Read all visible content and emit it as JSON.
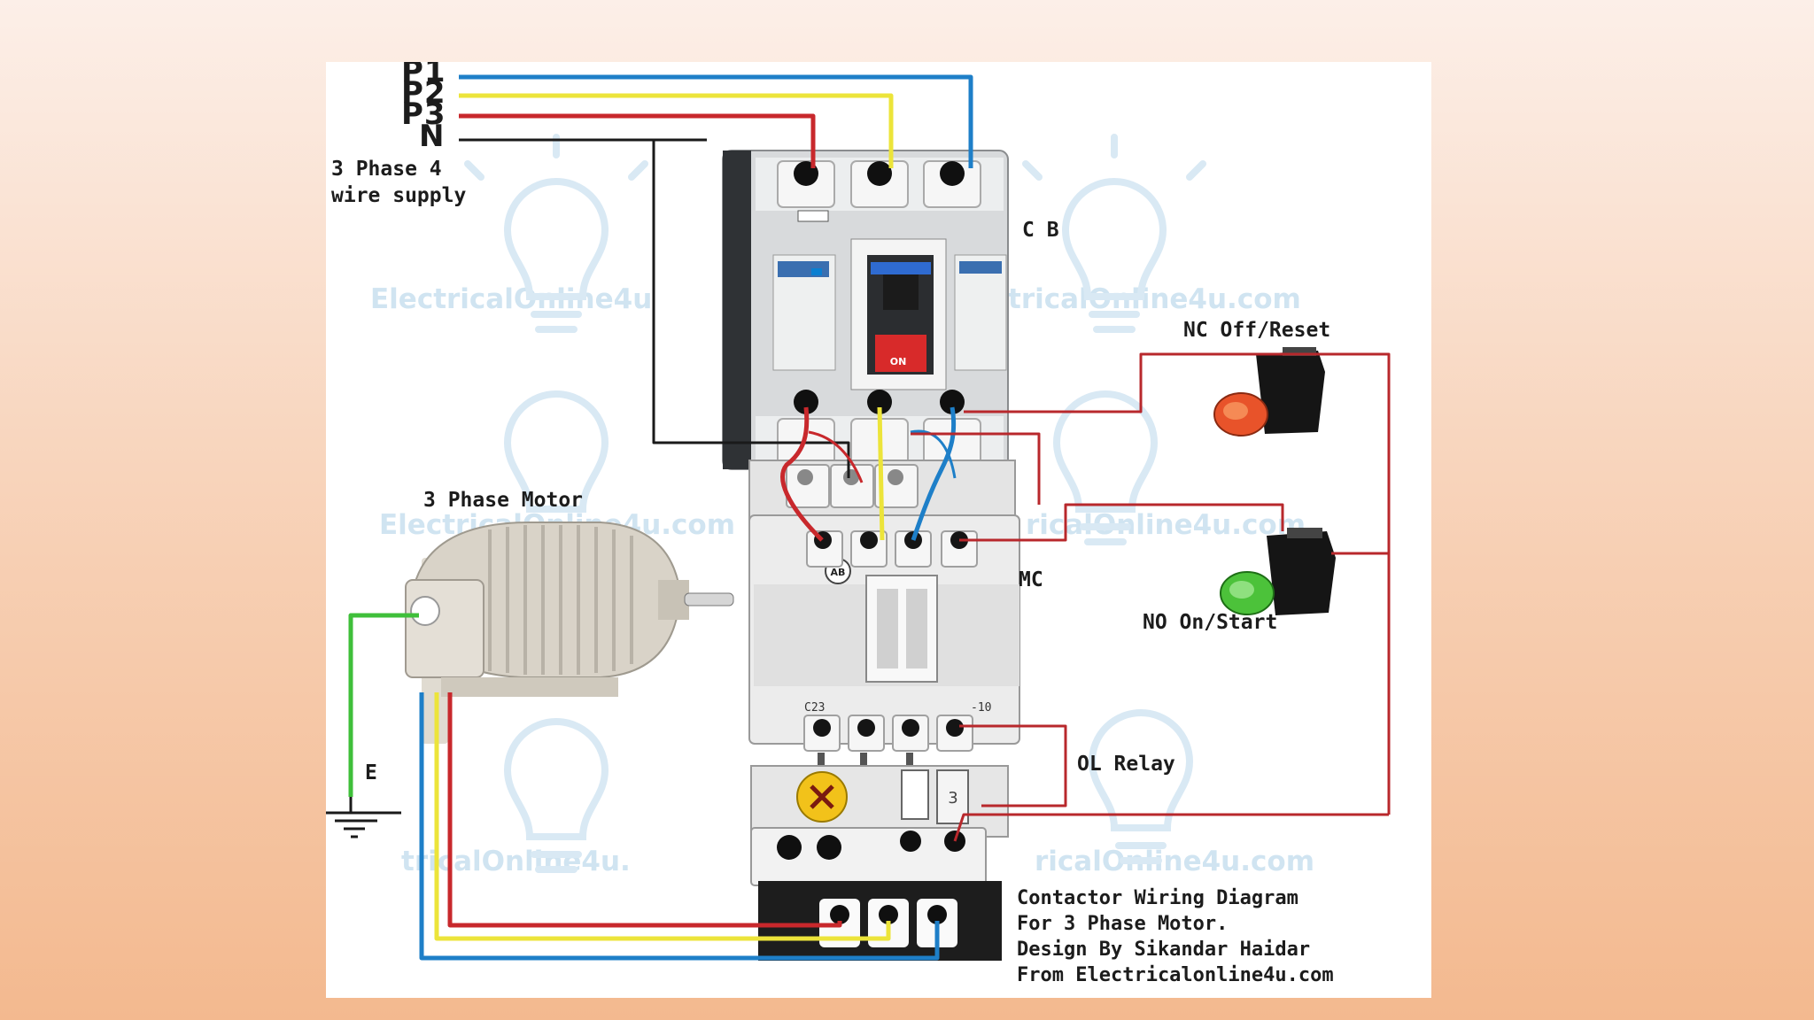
{
  "supply": {
    "phase_labels": [
      "P1",
      "P2",
      "P3",
      "N"
    ],
    "description_line1": "3 Phase 4",
    "description_line2": "wire supply"
  },
  "components": {
    "circuit_breaker": "C B",
    "contactor": "MC",
    "motor": "3 Phase Motor",
    "overload_relay": "OL Relay",
    "earth": "E",
    "stop_button": "NC Off/Reset",
    "start_button": "NO  On/Start"
  },
  "device_markings": {
    "cb_switch": "ON",
    "contactor_brand": "AB",
    "contactor_model_left": "C23",
    "contactor_model_right": "-10",
    "relay_dial_value": "3"
  },
  "caption": {
    "line1": "Contactor Wiring Diagram",
    "line2": "For 3 Phase Motor.",
    "line3": "Design By Sikandar Haidar",
    "line4": "From Electricalonline4u.com"
  },
  "watermarks": [
    "ElectricalOnline4u",
    "tricalOnline4u.com",
    "ElectricalOnline4u.com",
    "ricalOnline4u.com",
    "tricalOnline4u.",
    "ricalOnline4u.com"
  ],
  "colors": {
    "phase1": "#1e7fc8",
    "phase2": "#ece43a",
    "phase3": "#c8282c",
    "neutral": "#1a1a1a",
    "earth": "#3fbf3a",
    "control": "#b8282c",
    "stop_button": "#e8532a",
    "start_button": "#4cc23a"
  }
}
